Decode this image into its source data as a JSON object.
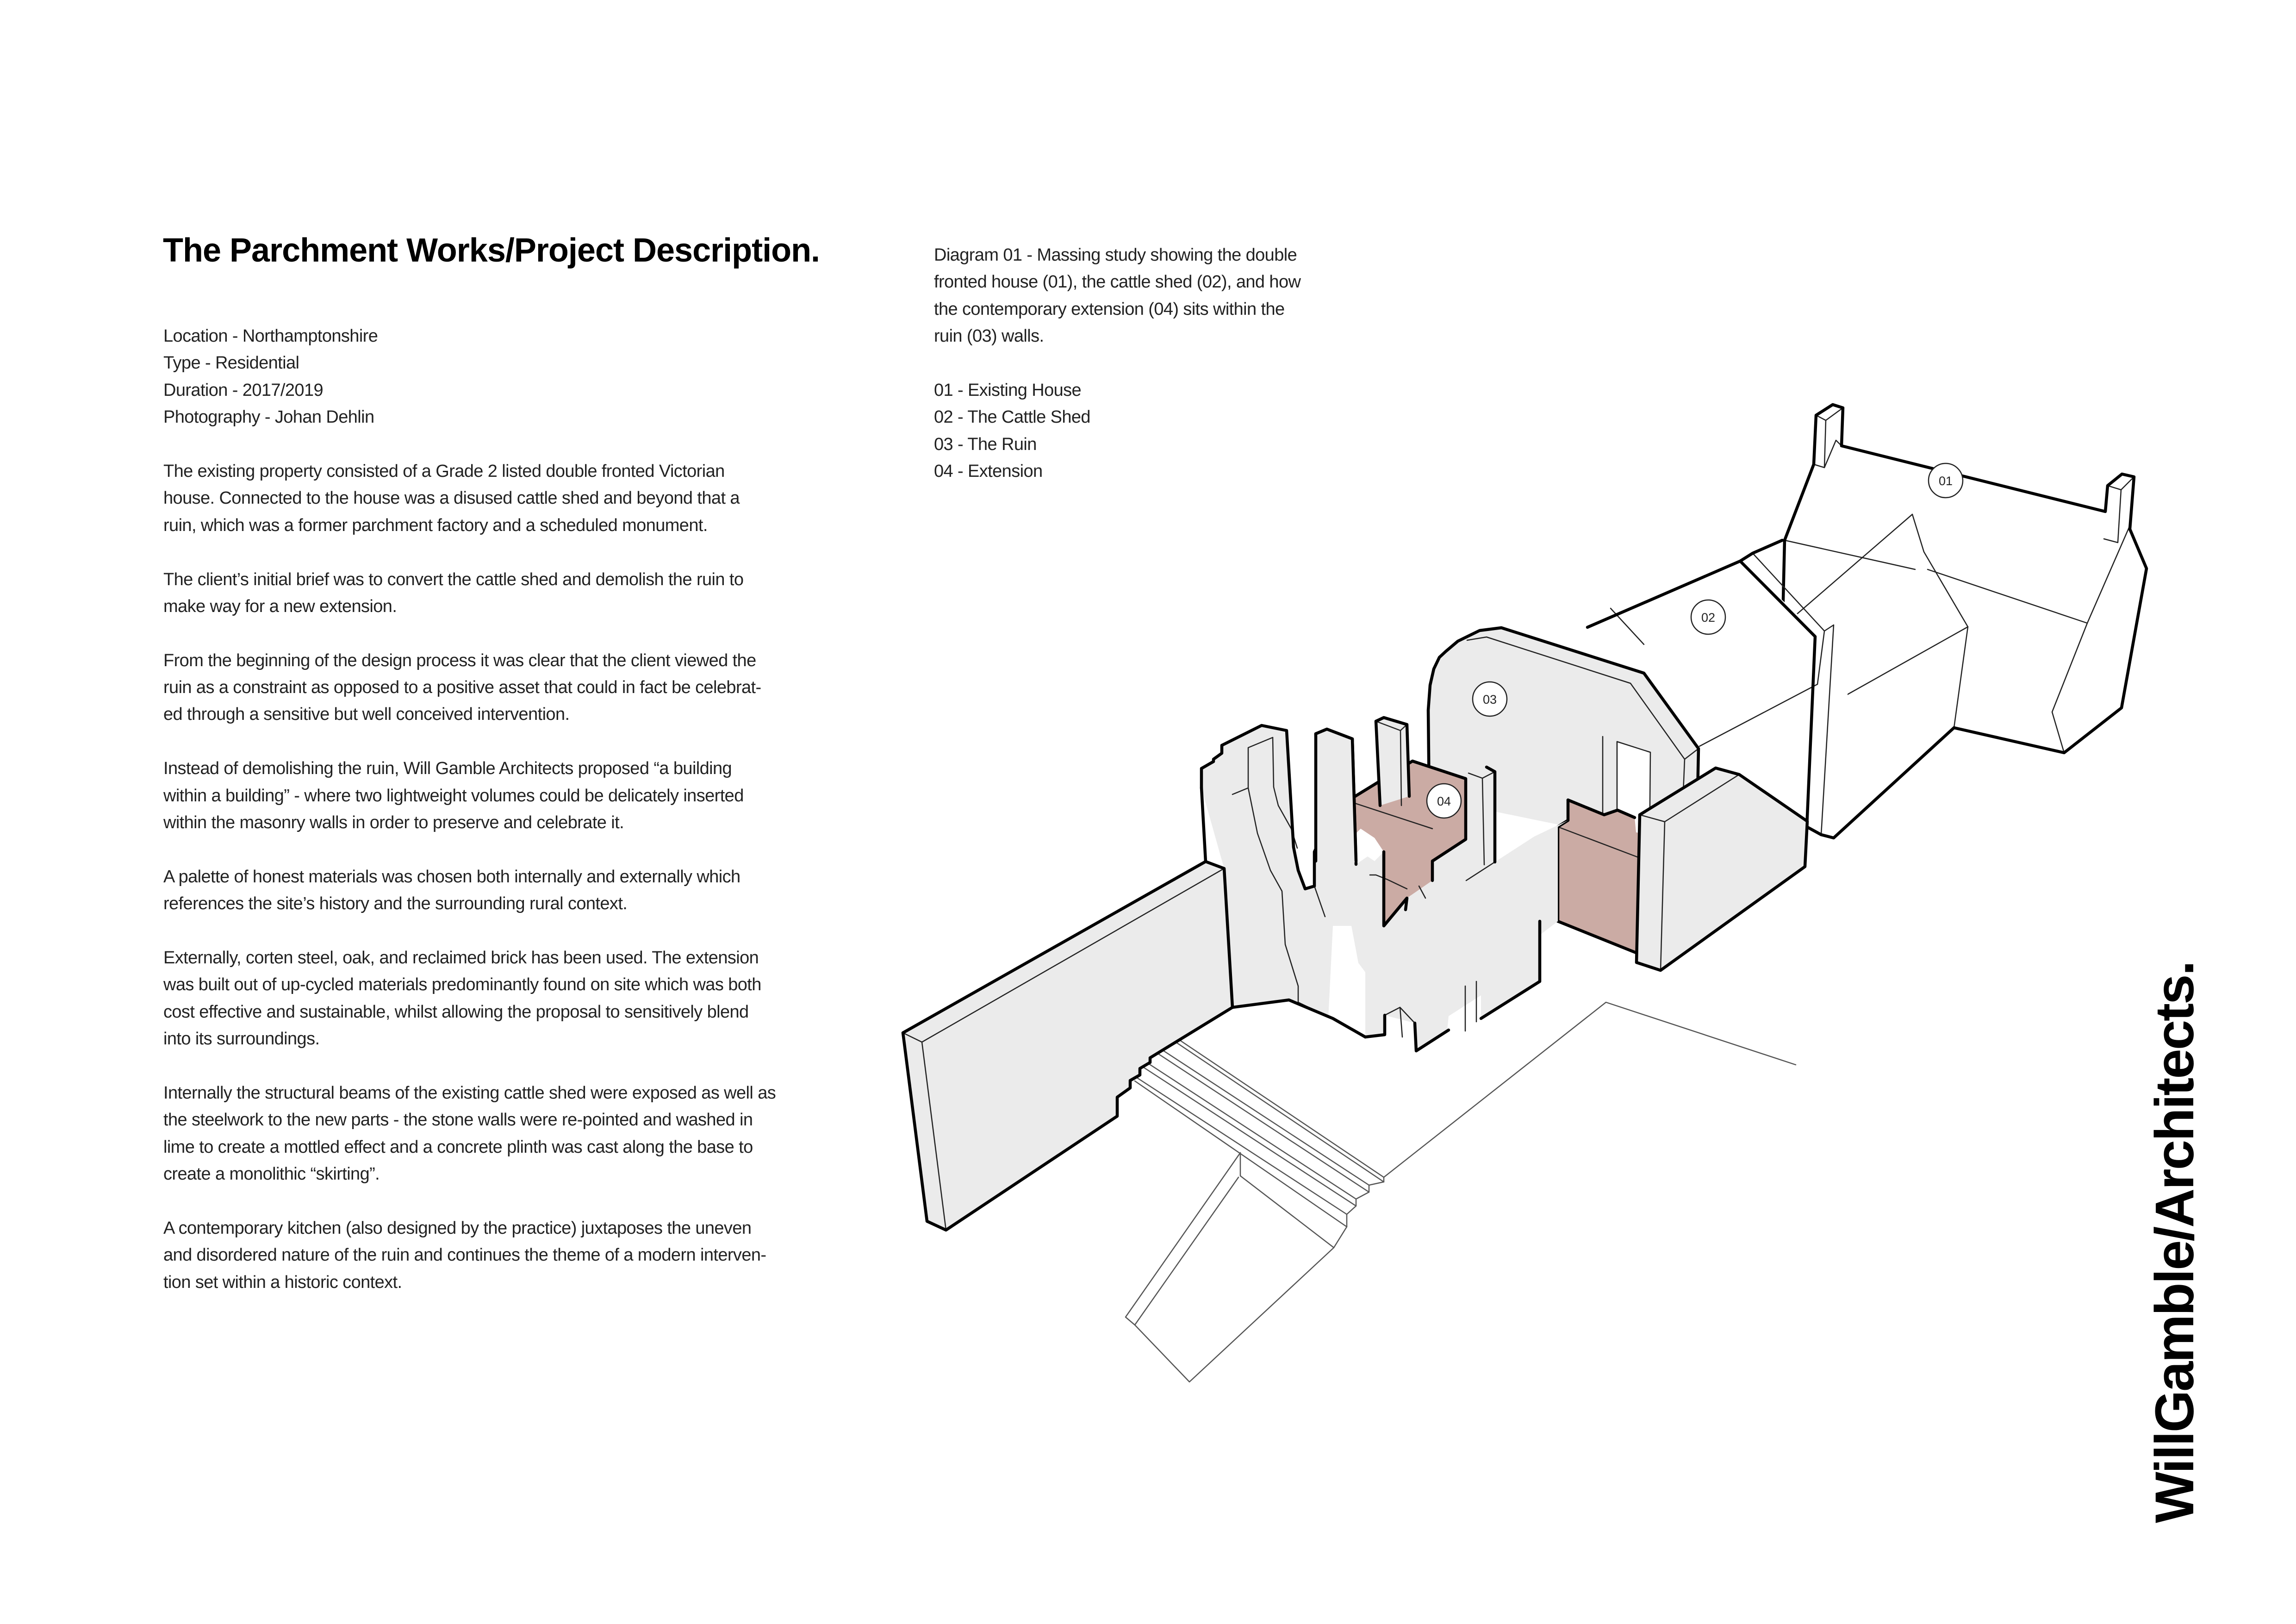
{
  "page": {
    "title": "The Parchment Works/Project Description.",
    "wordmark": "WillGamble/Architects."
  },
  "project_info": {
    "location": "Location - Northamptonshire",
    "type": "Type - Residential",
    "duration": "Duration - 2017/2019",
    "photography": "Photography - Johan Dehlin"
  },
  "description": {
    "paragraphs": [
      {
        "lines": [
          "The existing property consisted of a Grade 2 listed double fronted Victorian",
          "house.  Connected to the house was a disused cattle shed and beyond that a",
          "ruin, which was a former parchment factory and a scheduled monument."
        ]
      },
      {
        "lines": [
          "The client’s initial brief was to convert the cattle shed and demolish the ruin to",
          "make way for a new extension."
        ]
      },
      {
        "lines": [
          "From the beginning of the design process it was clear that the client viewed the",
          "ruin as a constraint as opposed to a positive asset that could in fact be celebrat-",
          "ed through a sensitive but well conceived intervention."
        ]
      },
      {
        "lines": [
          "Instead of demolishing the ruin, Will Gamble Architects proposed “a building",
          "within a building” - where two lightweight volumes could be delicately inserted",
          "within the masonry walls in order to preserve and celebrate it."
        ]
      },
      {
        "lines": [
          "A palette of honest materials was chosen both internally and externally which",
          "references the site’s history and the surrounding rural context."
        ]
      },
      {
        "lines": [
          "Externally, corten steel, oak, and reclaimed brick has been used. The extension",
          "was built out of up-cycled materials predominantly found on site which was both",
          "cost effective and sustainable,  whilst allowing the proposal to sensitively blend",
          "into its surroundings."
        ]
      },
      {
        "lines": [
          "Internally the structural beams of the existing cattle shed were exposed as well as",
          "the steelwork to the new parts - the stone walls were re-pointed and washed in",
          "lime to create a mottled effect and a concrete plinth was cast along the base to",
          "create a monolithic “skirting”."
        ]
      },
      {
        "lines": [
          "A contemporary kitchen (also designed by the practice) juxtaposes the uneven",
          "and disordered nature of the ruin and continues the theme of a modern interven-",
          "tion set within a historic context."
        ]
      }
    ]
  },
  "diagram": {
    "caption_lines": [
      "Diagram 01 - Massing study showing the double",
      "fronted house (01), the cattle shed (02), and how",
      "the contemporary extension (04) sits within the",
      "ruin (03) walls."
    ],
    "legend": [
      {
        "key": "01",
        "label": "01 - Existing House"
      },
      {
        "key": "02",
        "label": "02 - The Cattle Shed"
      },
      {
        "key": "03",
        "label": "03 - The Ruin"
      },
      {
        "key": "04",
        "label": "04 - Extension"
      }
    ],
    "markers": [
      {
        "id": "01",
        "text": "01"
      },
      {
        "id": "02",
        "text": "02"
      },
      {
        "id": "03",
        "text": "03"
      },
      {
        "id": "04",
        "text": "04"
      }
    ],
    "colors": {
      "extension_fill": "#CBABA4",
      "ruin_wall_fill": "#EBEBEB",
      "existing_fill": "#FFFFFF",
      "outline": "#000000"
    }
  }
}
